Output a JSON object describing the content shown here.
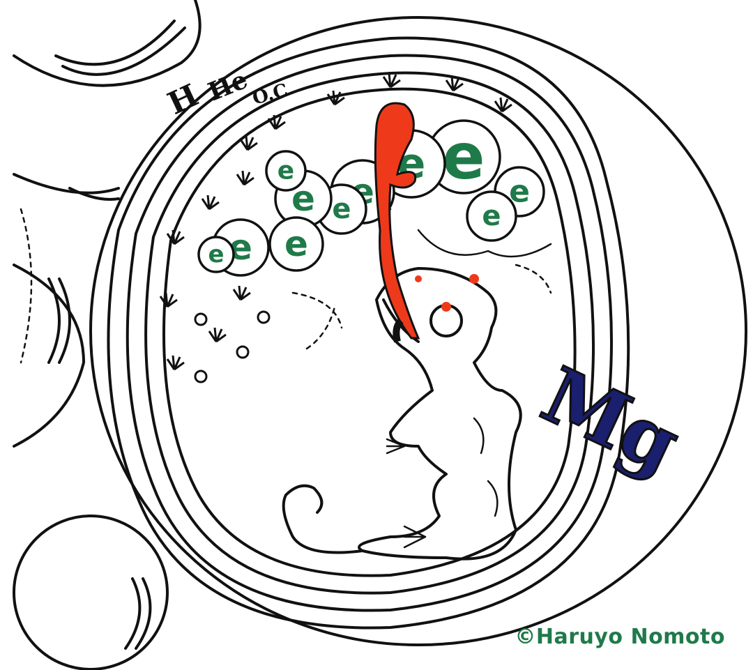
{
  "shell_labels": {
    "h": "H",
    "he": "He",
    "oc": "O.C"
  },
  "element": {
    "symbol": "Mg",
    "symbol_color": "#1a1f6e"
  },
  "electrons": {
    "label": "e",
    "count": 11,
    "color": "#1f7a4a"
  },
  "credit": {
    "text": "©Haruyo Nomoto",
    "color": "#1f7a4a"
  },
  "palette": {
    "tongue": "#ee3a1a",
    "ink": "#111111",
    "paper": "#ffffff"
  }
}
